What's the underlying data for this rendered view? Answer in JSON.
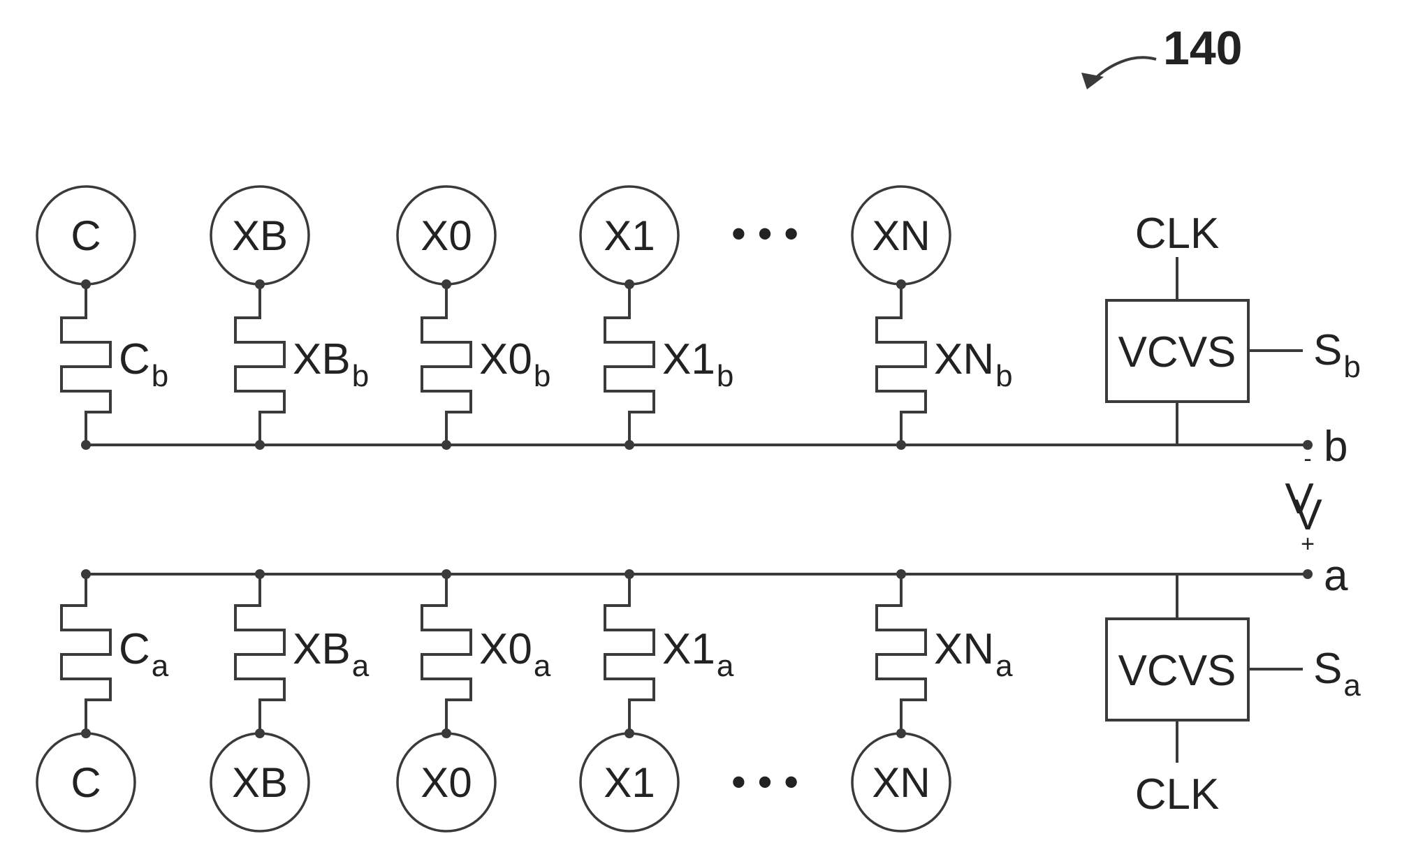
{
  "figure_ref": "140",
  "ellipsis": "• • •",
  "top_row": {
    "sources": [
      "C",
      "XB",
      "X0",
      "X1",
      "XN"
    ],
    "resistors": [
      {
        "main": "C",
        "sub": "b"
      },
      {
        "main": "XB",
        "sub": "b"
      },
      {
        "main": "X0",
        "sub": "b"
      },
      {
        "main": "X1",
        "sub": "b"
      },
      {
        "main": "XN",
        "sub": "b"
      }
    ],
    "vcvs_label": "VCVS",
    "clk_label": "CLK",
    "output": {
      "main": "S",
      "sub": "b"
    },
    "node_label": "b"
  },
  "bottom_row": {
    "sources": [
      "C",
      "XB",
      "X0",
      "X1",
      "XN"
    ],
    "resistors": [
      {
        "main": "C",
        "sub": "a"
      },
      {
        "main": "XB",
        "sub": "a"
      },
      {
        "main": "X0",
        "sub": "a"
      },
      {
        "main": "X1",
        "sub": "a"
      },
      {
        "main": "XN",
        "sub": "a"
      }
    ],
    "vcvs_label": "VCVS",
    "clk_label": "CLK",
    "output": {
      "main": "S",
      "sub": "a"
    },
    "node_label": "a"
  },
  "voltage": {
    "main": "V",
    "sub": "V",
    "minus": "-",
    "plus": "+"
  }
}
